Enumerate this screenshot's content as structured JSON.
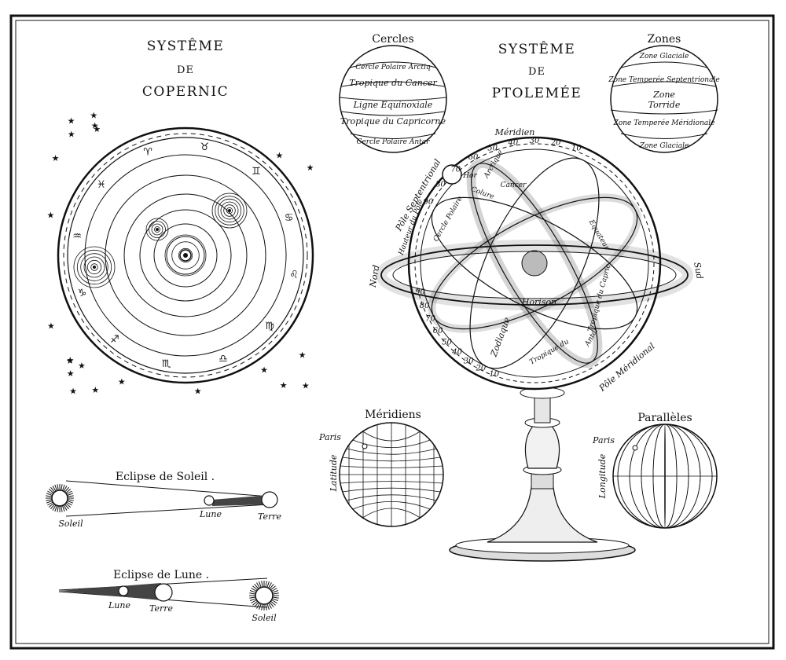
{
  "copernic": {
    "title_line1": "SYSTÊME",
    "title_line2": "DE",
    "title_line3": "COPERNIC",
    "zodiac_signs": [
      "♉",
      "♊",
      "♋",
      "♌",
      "♍",
      "♎",
      "♏",
      "♐",
      "♑",
      "♒",
      "♓",
      "♈"
    ]
  },
  "ptolemee": {
    "title_line1": "SYSTÊME",
    "title_line2": "DE",
    "title_line3": "PTOLEMÉE",
    "labels": {
      "meridien": "Méridien",
      "pole_sept": "Pôle Septentrional",
      "hauteur_pole": "Hauteur du Pôle",
      "nord": "Nord",
      "sud": "Sud",
      "horison": "Horison",
      "pole_merid": "Pôle Méridional",
      "cancer": "Cancer",
      "zodiaque": "Zodiaque",
      "tropique_cap": "Tropique du Capric",
      "tropique_can": "Tropique du",
      "equateur": "Equateur",
      "colure": "Colure",
      "cercle_pol": "Cercle Polaire",
      "arctique": "Arctique",
      "antar": "Antar",
      "hor": "Hor"
    },
    "meridian_numbers": [
      "10",
      "20",
      "30",
      "40",
      "50",
      "60",
      "70",
      "80",
      "90"
    ],
    "ring_numbers": [
      "10",
      "20",
      "30",
      "40",
      "50",
      "60",
      "70",
      "80",
      "90"
    ]
  },
  "cercles": {
    "title": "Cercles",
    "rows": [
      "Cercle Polaire Arctiq",
      "Tropique du Cancer",
      "Ligne Equinoxiale",
      "Tropique du Capricorne",
      "Cercle Polaire Antar"
    ]
  },
  "zones": {
    "title": "Zones",
    "rows": [
      "Zone Glaciale",
      "Zone Temperée Septentrionale",
      "Zone",
      "Torride",
      "Zone Temperée Méridionale",
      "Zone Glaciale"
    ]
  },
  "meridiens": {
    "title": "Méridiens",
    "paris": "Paris",
    "side": "Latitude"
  },
  "paralleles": {
    "title": "Parallèles",
    "paris": "Paris",
    "side": "Longitude"
  },
  "eclipse_soleil": {
    "title": "Eclipse de Soleil .",
    "soleil": "Soleil",
    "lune": "Lune",
    "terre": "Terre"
  },
  "eclipse_lune": {
    "title": "Eclipse de Lune .",
    "lune": "Lune",
    "terre": "Terre",
    "soleil": "Soleil"
  }
}
